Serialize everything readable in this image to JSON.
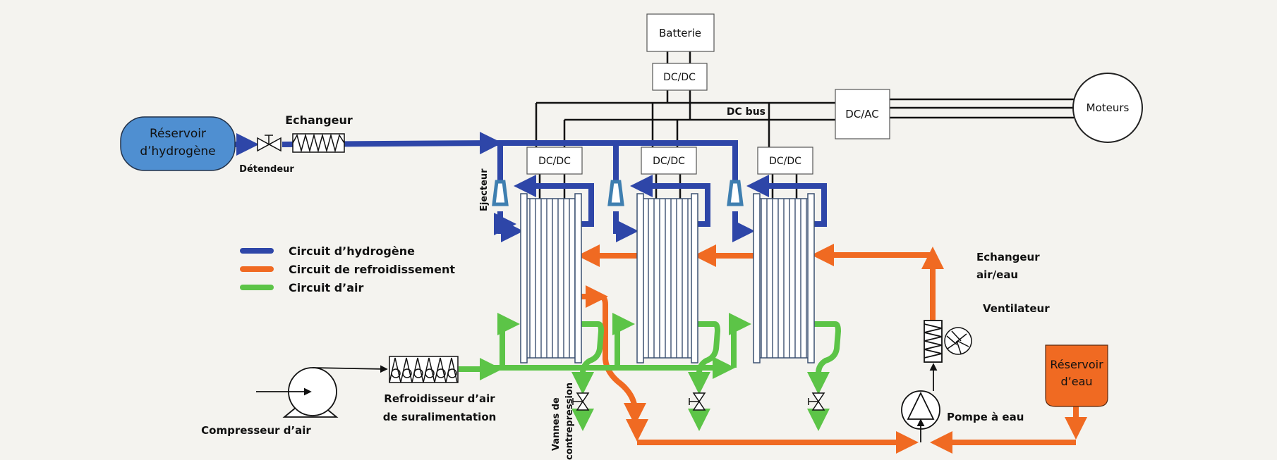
{
  "colors": {
    "hydrogen": "#2e46a8",
    "cooling": "#f06a22",
    "air": "#5cc447",
    "tank_hydrogen": "#4f8fd1",
    "tank_water": "#f06a22",
    "ejector": "#3f7fb0",
    "stack_stroke": "#3a5070",
    "background": "#f4f3ef"
  },
  "components": {
    "hydrogen_tank": "Réservoir\nd’hydrogène",
    "hydrogen_tank_line1": "Réservoir",
    "hydrogen_tank_line2": "d’hydrogène",
    "exchanger": "Echangeur",
    "expander": "Détendeur",
    "battery": "Batterie",
    "battery_converter": "DC/DC",
    "dc_bus": "DC bus",
    "inverter": "DC/AC",
    "motors": "Moteurs",
    "stack_converters": [
      "DC/DC",
      "DC/DC",
      "DC/DC"
    ],
    "ejector": "Ejecteur",
    "air_water_exchanger_line1": "Echangeur",
    "air_water_exchanger_line2": "air/eau",
    "fan": "Ventilateur",
    "water_tank_line1": "Réservoir",
    "water_tank_line2": "d’eau",
    "water_pump": "Pompe à eau",
    "air_compressor": "Compresseur  d’air",
    "charge_air_cooler_line1": "Refroidisseur d’air",
    "charge_air_cooler_line2": "de suralimentation",
    "back_pressure_valves_line1": "Vannes de",
    "back_pressure_valves_line2": "contrepression"
  },
  "legend": [
    {
      "label": "Circuit d’hydrogène",
      "color": "#2e46a8"
    },
    {
      "label": "Circuit de refroidissement",
      "color": "#f06a22"
    },
    {
      "label": "Circuit d’air",
      "color": "#5cc447"
    }
  ]
}
